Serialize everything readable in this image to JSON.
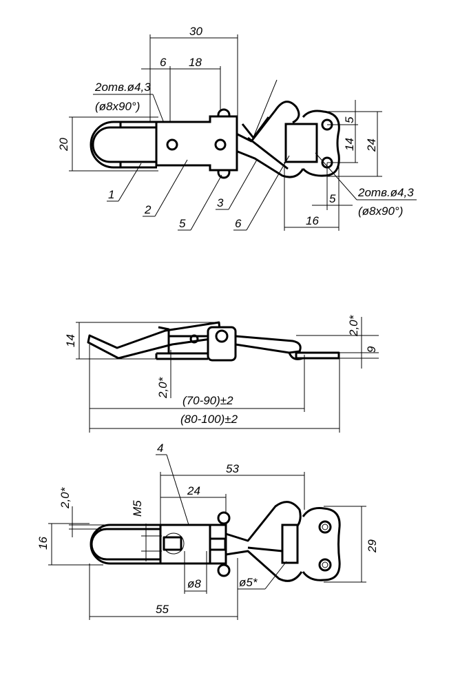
{
  "top_view": {
    "dim_overall": "30",
    "dim_hole_offset": "6",
    "dim_hole_pitch": "18",
    "dim_width": "20",
    "holes_left_line1": "2отв.ø4,3",
    "holes_left_line2": "(ø8x90°)",
    "dim_right_top": "5",
    "dim_right_pitch": "14",
    "dim_right_height": "24",
    "holes_right_line1": "2отв.ø4,3",
    "holes_right_line2": "(ø8x90°)",
    "dim_right_hole_offset": "5",
    "dim_right_width": "16",
    "callouts": [
      "1",
      "2",
      "5",
      "3",
      "6"
    ]
  },
  "side_view": {
    "dim_height": "14",
    "dim_gap_right": "2,0*",
    "dim_right_height": "9",
    "dim_gap_left": "2,0*",
    "dim_closed_length": "(70-90)±2",
    "dim_open_length": "(80-100)±2"
  },
  "bottom_view": {
    "callout": "4",
    "dim_53": "53",
    "dim_24": "24",
    "thread": "M5",
    "dim_gap": "2,0*",
    "dim_16": "16",
    "dim_bore": "ø8",
    "dim_55": "55",
    "dim_29": "29",
    "dim_wire": "ø5*"
  }
}
